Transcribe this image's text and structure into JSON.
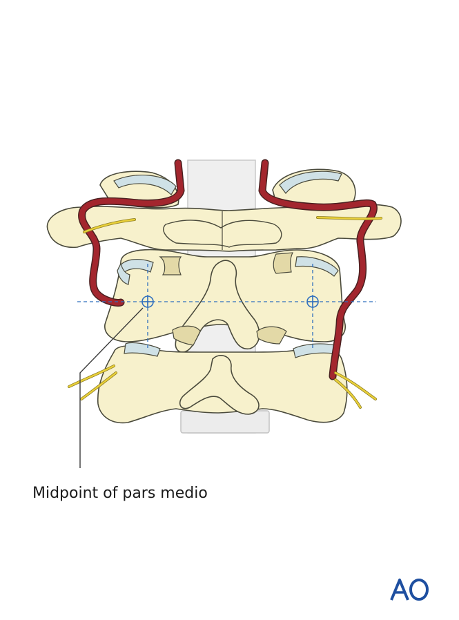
{
  "annotation": {
    "label": "Midpoint of pars medio"
  },
  "logo": {
    "text": "AO",
    "color": "#1e4fa0"
  },
  "colors": {
    "bone": "#f7f1cc",
    "bone_shade": "#e3d9a7",
    "outline": "#4a4a3c",
    "artery": "#a3262e",
    "nerve": "#e8cf3a",
    "cartilage": "#cfe1e6",
    "cord": "#eeeeee",
    "guide": "#2f6fbe"
  },
  "markers": [
    {
      "name": "left-pars-midpoint-marker"
    },
    {
      "name": "right-pars-midpoint-marker"
    }
  ]
}
